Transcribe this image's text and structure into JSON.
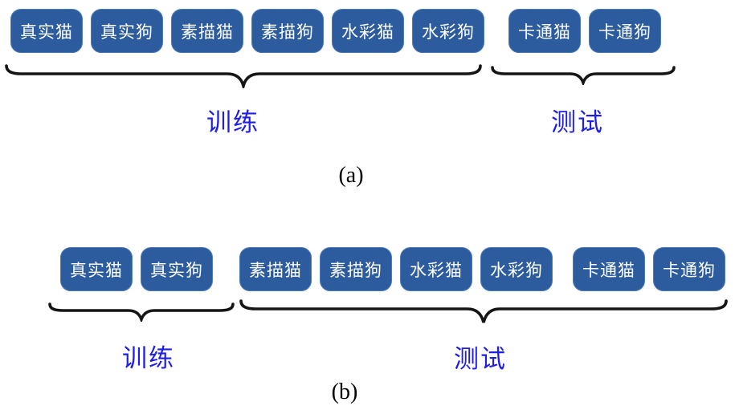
{
  "colors": {
    "box_fill": "#2D5C9E",
    "box_edge": "#4d7cb8",
    "box_text": "#FFFFFF",
    "group_label": "#1E1EE8",
    "brace": "#151515",
    "caption": "#000000"
  },
  "panel_a": {
    "caption": "(a)",
    "train": {
      "label": "训练",
      "boxes": [
        "真实猫",
        "真实狗",
        "素描猫",
        "素描狗",
        "水彩猫",
        "水彩狗"
      ]
    },
    "test": {
      "label": "测试",
      "boxes": [
        "卡通猫",
        "卡通狗"
      ]
    }
  },
  "panel_b": {
    "caption": "(b)",
    "train": {
      "label": "训练",
      "boxes": [
        "真实猫",
        "真实狗"
      ]
    },
    "test": {
      "label": "测试",
      "boxes": [
        "素描猫",
        "素描狗",
        "水彩猫",
        "水彩狗",
        "卡通猫",
        "卡通狗"
      ]
    }
  }
}
